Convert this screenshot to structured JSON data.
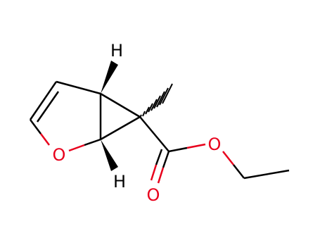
{
  "molecule": {
    "atoms": [
      {
        "id": "H_top",
        "symbol": "H",
        "color": "#000000"
      },
      {
        "id": "H_bottom",
        "symbol": "H",
        "color": "#000000"
      },
      {
        "id": "O_ring",
        "symbol": "O",
        "color": "#e8001c"
      },
      {
        "id": "O_ester",
        "symbol": "O",
        "color": "#e8001c"
      },
      {
        "id": "O_carbonyl",
        "symbol": "O",
        "color": "#e8001c"
      }
    ],
    "colors": {
      "bond": "#000000",
      "heteroatom_oxygen": "#e8001c",
      "hydrogen": "#000000",
      "background": "#ffffff"
    }
  }
}
